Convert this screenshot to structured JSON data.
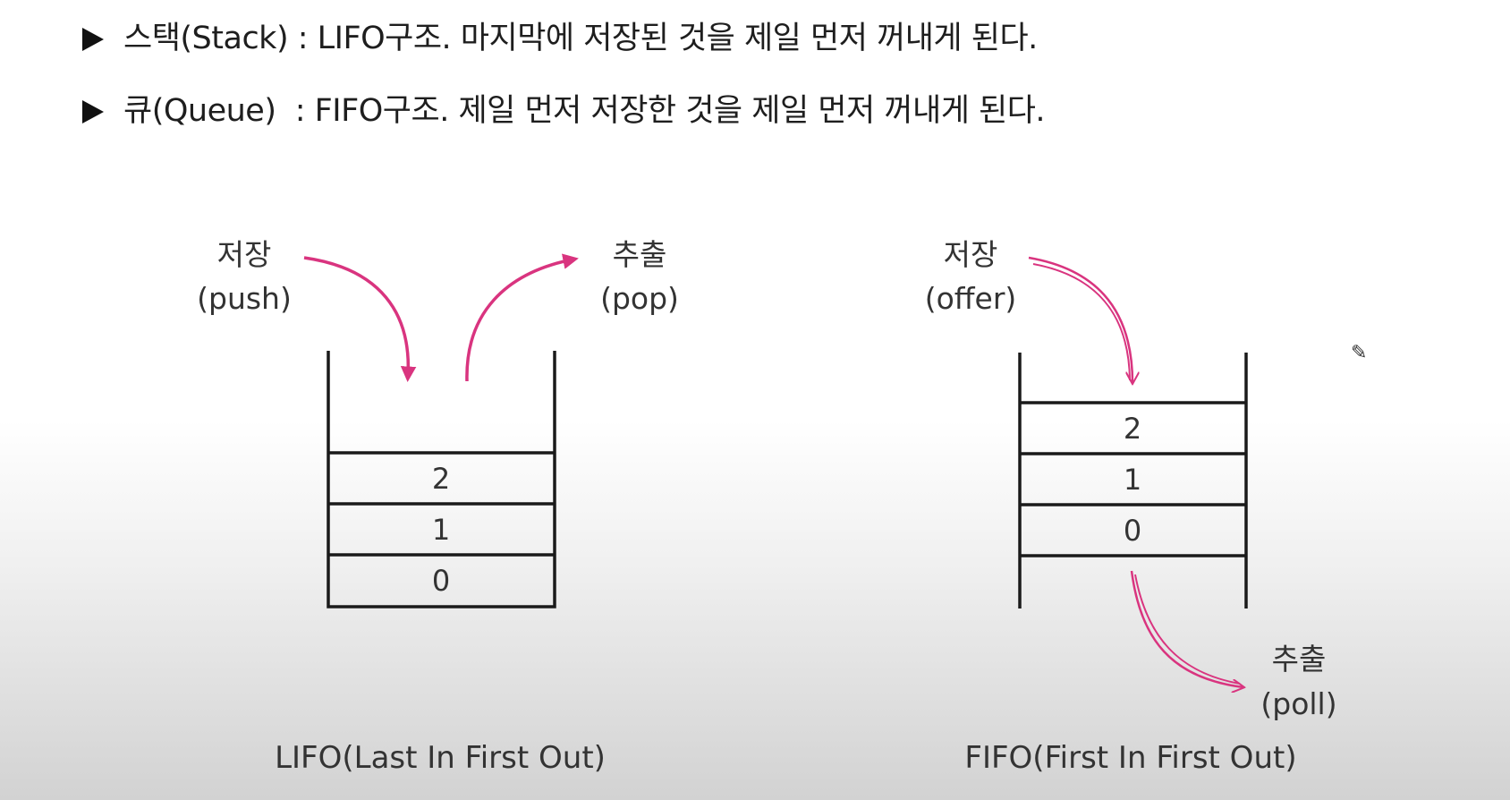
{
  "bullets": [
    {
      "text": "스택(Stack) : LIFO구조. 마지막에 저장된 것을 제일 먼저 꺼내게 된다."
    },
    {
      "text": "큐(Queue)  : FIFO구조. 제일 먼저 저장한 것을 제일 먼저 꺼내게 된다."
    }
  ],
  "stack": {
    "push_label": "저장",
    "push_sub": "(push)",
    "pop_label": "추출",
    "pop_sub": "(pop)",
    "cells": [
      "2",
      "1",
      "0"
    ],
    "caption": "LIFO(Last In First Out)"
  },
  "queue": {
    "offer_label": "저장",
    "offer_sub": "(offer)",
    "poll_label": "추출",
    "poll_sub": "(poll)",
    "cells": [
      "2",
      "1",
      "0"
    ],
    "caption": "FIFO(First In First Out)"
  },
  "colors": {
    "arrow": "#d9347f",
    "line": "#1a1a1a"
  },
  "icons": [
    "bullet-triangle-icon",
    "pencil-cursor-icon"
  ]
}
